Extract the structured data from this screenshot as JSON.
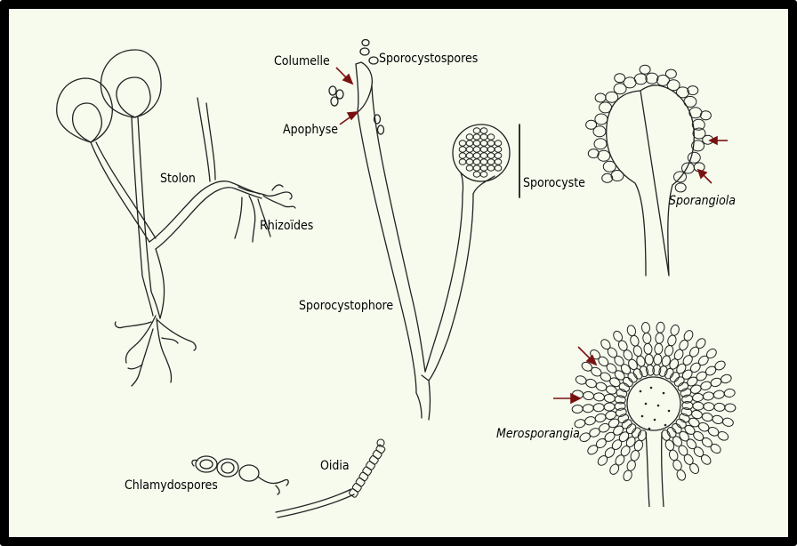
{
  "colors": {
    "background": "#f6fbee",
    "frame": "#000000",
    "ink": "#222222",
    "arrow": "#7a1111"
  },
  "labels": {
    "stolon": "Stolon",
    "rhizoides": "Rhizoïdes",
    "columelle": "Columelle",
    "sporocystospores": "Sporocystospores",
    "apophyse": "Apophyse",
    "sporocyste": "Sporocyste",
    "sporocystophore": "Sporocystophore",
    "sporangiola": "Sporangiola",
    "merosporangia": "Merosporangia",
    "chlamydospores": "Chlamydospores",
    "oidia": "Oidia"
  }
}
